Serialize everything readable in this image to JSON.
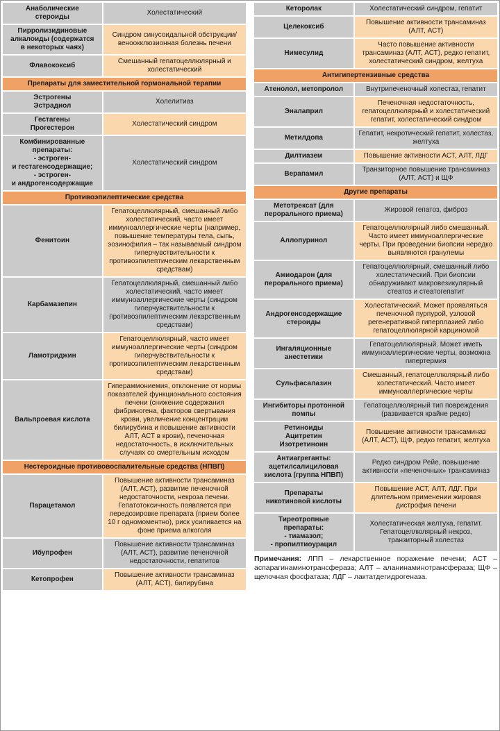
{
  "colors": {
    "section_bg": "#f0a166",
    "peach_bg": "#fbd7ad",
    "gray_bg": "#cacaca",
    "text": "#1c1c1c",
    "border": "#9a9a9a"
  },
  "tables": [
    {
      "rows": [
        {
          "drug": "Анаболические\nстероиды",
          "effect": "Холестатический",
          "tone": "gray"
        },
        {
          "drug": "Пирролизидиновые\nалкалоиды (содержатся\nв некоторых чаях)",
          "effect": "Синдром синусоидальной обструкции/веноокклюзионная болезнь печени",
          "tone": "peach"
        },
        {
          "drug": "Флавококсиб",
          "effect": "Смешанный гепатоцеллюлярный и холестатический",
          "tone": "peach"
        },
        {
          "section": "Препараты для заместительной гормональной терапии"
        },
        {
          "drug": "Эстрогены\nЭстрадиол",
          "effect": "Холелитиаз",
          "tone": "gray"
        },
        {
          "drug": "Гестагены\nПрогестерон",
          "effect": "Холестатический синдром",
          "tone": "peach"
        },
        {
          "drug": "Комбинированные\nпрепараты:\n- эстроген-\nи гестагенсодержащие;\n- эстроген-\nи андрогенсодержащие",
          "effect": "Холестатический синдром",
          "tone": "gray"
        },
        {
          "section": "Противоэпилептические средства"
        },
        {
          "drug": "Фенитоин",
          "effect": "Гепатоцеллюлярный, смешанный либо холестатический, часто имеет иммуноаллергические черты (например, повышение температуры тела, сыпь, эозинофилия – так называемый синдром гиперчувствительности к противоэпилептическим лекарственным средствам)",
          "tone": "peach"
        },
        {
          "drug": "Карбамазепин",
          "effect": "Гепатоцеллюлярный, смешанный либо холестатический, часто имеет иммуноаллергические черты (синдром гиперчувствительности к противоэпилептическим лекарственным средствам)",
          "tone": "gray"
        },
        {
          "drug": "Ламотриджин",
          "effect": "Гепатоцеллюлярный, часто имеет иммуноаллергические черты (синдром гиперчувствительности к противоэпилептическим лекарственным средствам)",
          "tone": "peach"
        },
        {
          "drug": "Вальпроевая кислота",
          "effect": "Гипераммониемия, отклонение от нормы показателей функционального состояния печени (снижение содержания фибриногена, факторов свертывания крови, увеличение концентрации билирубина и повышение активности АЛТ, АСТ в крови), печеночная недостаточность, в исключительных случаях со смертельным исходом",
          "tone": "peach"
        },
        {
          "section": "Нестероидные противовоспалительные средства (НПВП)"
        },
        {
          "drug": "Парацетамол",
          "effect": "Повышение активности трансаминаз (АЛТ, АСТ), развитие печеночной недостаточности, некроза печени. Гепатотоксичность появляется при передозировке препарата (прием более 10 г одномоментно), риск усиливается на фоне приема алкоголя",
          "tone": "peach"
        },
        {
          "drug": "Ибупрофен",
          "effect": "Повышение активности трансаминаз (АЛТ, АСТ), развитие печеночной недостаточности, гепатитов",
          "tone": "gray"
        },
        {
          "drug": "Кетопрофен",
          "effect": "Повышение активности трансаминаз (АЛТ, АСТ), билирубина",
          "tone": "peach"
        }
      ]
    },
    {
      "rows": [
        {
          "drug": "Кеторолак",
          "effect": "Холестатический синдром, гепатит",
          "tone": "gray"
        },
        {
          "drug": "Целекоксиб",
          "effect": "Повышение активности трансаминаз (АЛТ, АСТ)",
          "tone": "peach"
        },
        {
          "drug": "Нимесулид",
          "effect": "Часто повышение активности трансаминаз (АЛТ, АСТ), редко гепатит, холестатический синдром, желтуха",
          "tone": "peach"
        },
        {
          "section": "Антигипертензивные средства"
        },
        {
          "drug": "Атенолол, метопролол",
          "effect": "Внутрипеченочный холестаз, гепатит",
          "tone": "gray"
        },
        {
          "drug": "Эналаприл",
          "effect": "Печеночная недостаточность, гепатоцеллюлярный и холестатический гепатит, холестатический синдром",
          "tone": "peach"
        },
        {
          "drug": "Метилдопа",
          "effect": "Гепатит, некротический гепатит, холестаз, желтуха",
          "tone": "gray"
        },
        {
          "drug": "Дилтиазем",
          "effect": "Повышение активности АСТ, АЛТ, ЛДГ",
          "tone": "peach"
        },
        {
          "drug": "Верапамил",
          "effect": "Транзиторное повышение трансаминаз (АЛТ, АСТ) и ЩФ",
          "tone": "gray"
        },
        {
          "section": "Другие препараты"
        },
        {
          "drug": "Метотрексат (для перорального приема)",
          "effect": "Жировой гепатоз, фиброз",
          "tone": "gray"
        },
        {
          "drug": "Аллопуринол",
          "effect": "Гепатоцеллюлярный либо смешанный. Часто имеет иммуноаллергические черты. При проведении биопсии нередко выявляются гранулемы",
          "tone": "peach"
        },
        {
          "drug": "Амиодарон (для перорального приема)",
          "effect": "Гепатоцеллюлярный, смешанный либо холестатический. При биопсии обнаруживают макровезикулярный стеатоз и стеатогепатит",
          "tone": "gray"
        },
        {
          "drug": "Андрогенсодержащие стероиды",
          "effect": "Холестатический. Может проявляться печеночной пурпурой, узловой регенеративной гиперплазией либо гепатоцеллюлярной карциномой",
          "tone": "peach"
        },
        {
          "drug": "Ингаляционные анестетики",
          "effect": "Гепатоцеллюлярный. Может иметь иммуноаллергические черты, возможна гипертермия",
          "tone": "gray"
        },
        {
          "drug": "Сульфасалазин",
          "effect": "Смешанный, гепатоцеллюлярный либо холестатический. Часто имеет иммуноаллергические черты",
          "tone": "peach"
        },
        {
          "drug": "Ингибиторы протонной помпы",
          "effect": "Гепатоцеллюлярный тип повреждения (развивается крайне редко)",
          "tone": "gray"
        },
        {
          "drug": "Ретиноиды\nАцитретин\nИзотретиноин",
          "effect": "Повышение активности трансаминаз (АЛТ, АСТ), ЩФ, редко гепатит, желтуха",
          "tone": "peach"
        },
        {
          "drug": "Антиагреганты:\nацетилсалициловая\nкислота (группа НПВП)",
          "effect": "Редко синдром Рейе, повышение активности «печеночных» трансаминаз",
          "tone": "gray"
        },
        {
          "drug": "Препараты\nникотиновой кислоты",
          "effect": "Повышение АСТ, АЛТ, ЛДГ. При длительном применении жировая дистрофия печени",
          "tone": "peach"
        },
        {
          "drug": "Тиреотропные\nпрепараты:\n- тиамазол;\n- пропилтиоурацил",
          "effect": "Холестатическая желтуха, гепатит. Гепатоцеллюлярный некроз, транзиторный холестаз",
          "tone": "gray"
        }
      ]
    }
  ],
  "note": {
    "label": "Примечания:",
    "text": " ЛПП – лекарственное поражение печени; АСТ – аспарагинаминотрансфераза; АЛТ – аланинаминотрансфераза; ЩФ – щелочная фосфатаза; ЛДГ – лактатдегидрогеназа."
  }
}
